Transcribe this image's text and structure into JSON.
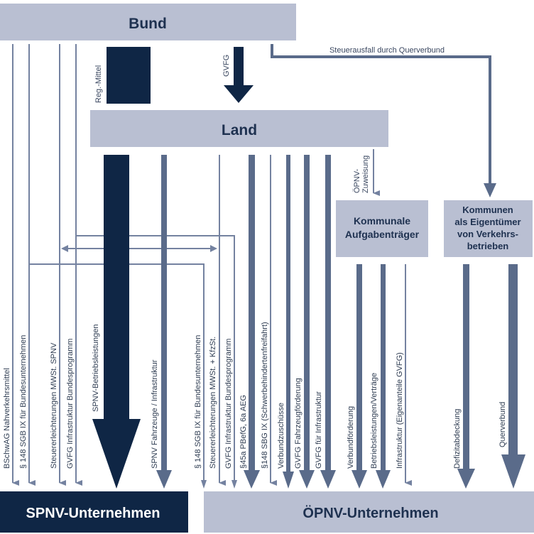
{
  "boxes": {
    "bund": "Bund",
    "land": "Land",
    "kommunale": [
      "Kommunale",
      "Aufgabenträger"
    ],
    "kommunen": [
      "Kommunen",
      "als Eigentümer",
      "von Verkehrs-",
      "betrieben"
    ],
    "spnv": "SPNV-Unternehmen",
    "oepnv": "ÖPNV-Unternehmen"
  },
  "labels": {
    "steuerausfall": "Steuerausfall durch Querverbund",
    "reg_mittel": "Reg.-Mittel",
    "gvfg_top": "GVFG",
    "oepnv_zuweisung_1": "ÖPNV-",
    "oepnv_zuweisung_2": "Zuweisung"
  },
  "flows": [
    "BSchwAG Nahverkehrsmittel",
    "§ 148 SGB IX für Bundesunternehmen",
    "Steuererleichterungen MWSt. SPNV",
    "GVFG Infrastruktur Bundesprogramm",
    "SPNV-Betriebsleistungen",
    "SPNV Fahrzeuge / Infrastruktur",
    "§ 148 SGB IX für Bundesunternehmen",
    "Steuererleichterungen MWSt. + KfzSt.",
    "GVFG Infrastruktur Bundesprogramm",
    "§45a PBefG, 6a AEG",
    "§148 SBG IX (Schwerbehindertenfreifahrt)",
    "Verbundzuschüsse",
    "GVFG Fahrzeugförderung",
    "GVFG für Infrastruktur",
    "Verbundförderung",
    "Betriebsleistungen/Verträge",
    "Infrastruktur (Eigenanteile GVFG)",
    "Defizitabdeckung",
    "Querverbund"
  ],
  "colors": {
    "box_light": "#b9bfd2",
    "box_dark": "#0f2645",
    "arrow_mid": "#5a6b8a",
    "arrow_thin": "#7482a0"
  }
}
